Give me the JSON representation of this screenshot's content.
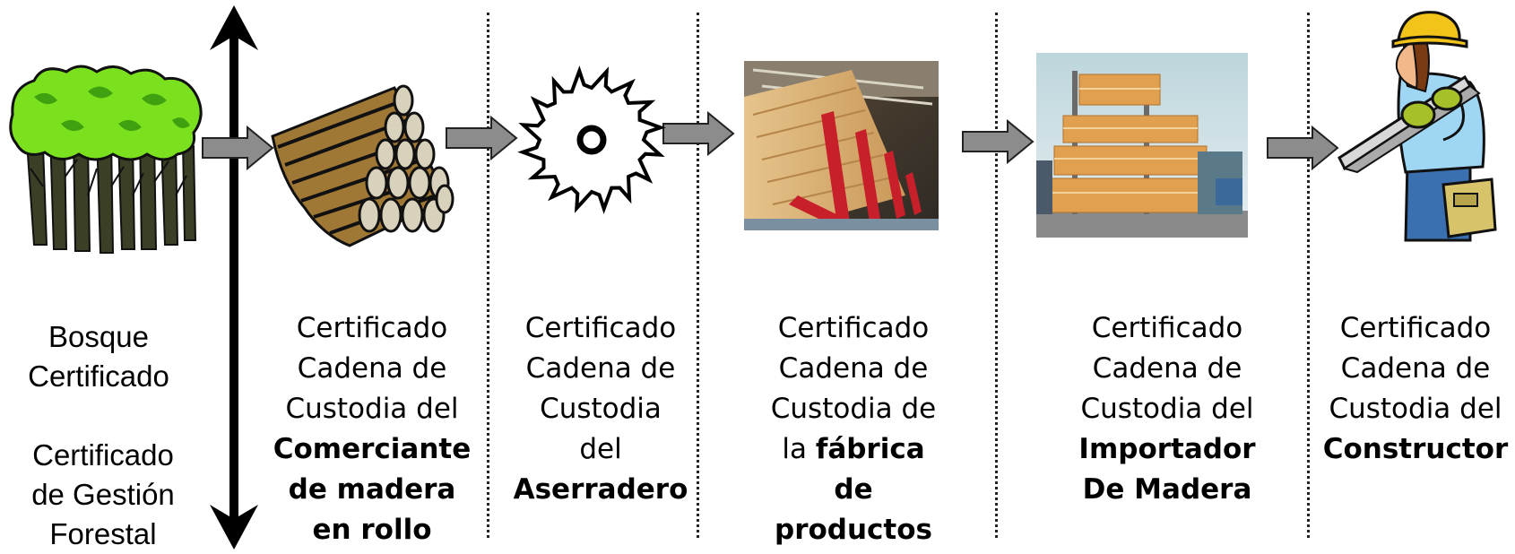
{
  "stages": [
    {
      "id": "forest",
      "icon": "forest-icon",
      "lines": [
        "Bosque",
        "Certificado"
      ],
      "lines2": [
        "Certificado",
        "de Gestión",
        "Forestal"
      ]
    },
    {
      "id": "log-trader",
      "icon": "log-pile-icon",
      "lines": [
        "Certificado",
        "Cadena de",
        "Custodia del"
      ],
      "bold": [
        "Comerciante",
        "de madera",
        "en rollo"
      ]
    },
    {
      "id": "sawmill",
      "icon": "saw-blade-icon",
      "lines": [
        "Certificado",
        "Cadena de",
        "Custodia",
        "del"
      ],
      "bold": [
        "Aserradero"
      ]
    },
    {
      "id": "factory",
      "icon": "factory-photo",
      "lines": [
        "Certificado",
        "Cadena de",
        "Custodia de"
      ],
      "mixed_prefix": "la ",
      "mixed_bold": "fábrica",
      "bold": [
        "de",
        "productos"
      ]
    },
    {
      "id": "importer",
      "icon": "lumber-warehouse-photo",
      "lines": [
        "Certificado",
        "Cadena de",
        "Custodia del"
      ],
      "bold": [
        "Importador",
        "De Madera"
      ]
    },
    {
      "id": "builder",
      "icon": "construction-worker-icon",
      "lines": [
        "Certificado",
        "Cadena de",
        "Custodia del"
      ],
      "bold": [
        "Constructor"
      ]
    }
  ],
  "colors": {
    "arrow_fill": "#8c8c8c",
    "arrow_stroke": "#222222",
    "tree_leaf": "#7be01e",
    "tree_trunk": "#3b3f25",
    "log_bark": "#a07836",
    "log_end": "#d8d2bc",
    "saw_red": "#c8202a",
    "hardhat": "#f2c318"
  }
}
